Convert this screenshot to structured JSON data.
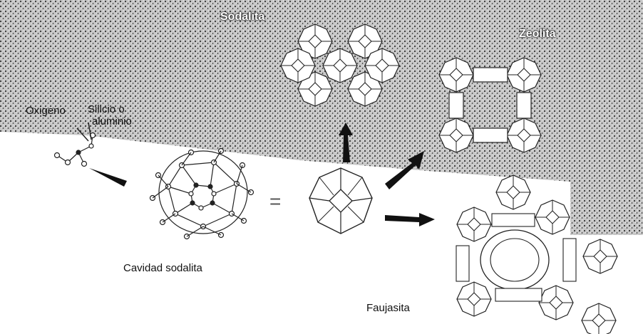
{
  "labels": {
    "oxygen": "Oxigeno",
    "silicon_line1": "Silicio o",
    "silicon_line2": "aluminio",
    "sodalite_cavity": "Cavidad sodalita",
    "sodalite": "Sodalita",
    "zeolite": "Zeolita",
    "faujasite": "Faujasita",
    "equals": "="
  },
  "colors": {
    "line": "#222222",
    "background_texture": "#3a3a3a",
    "paper": "#ffffff"
  }
}
